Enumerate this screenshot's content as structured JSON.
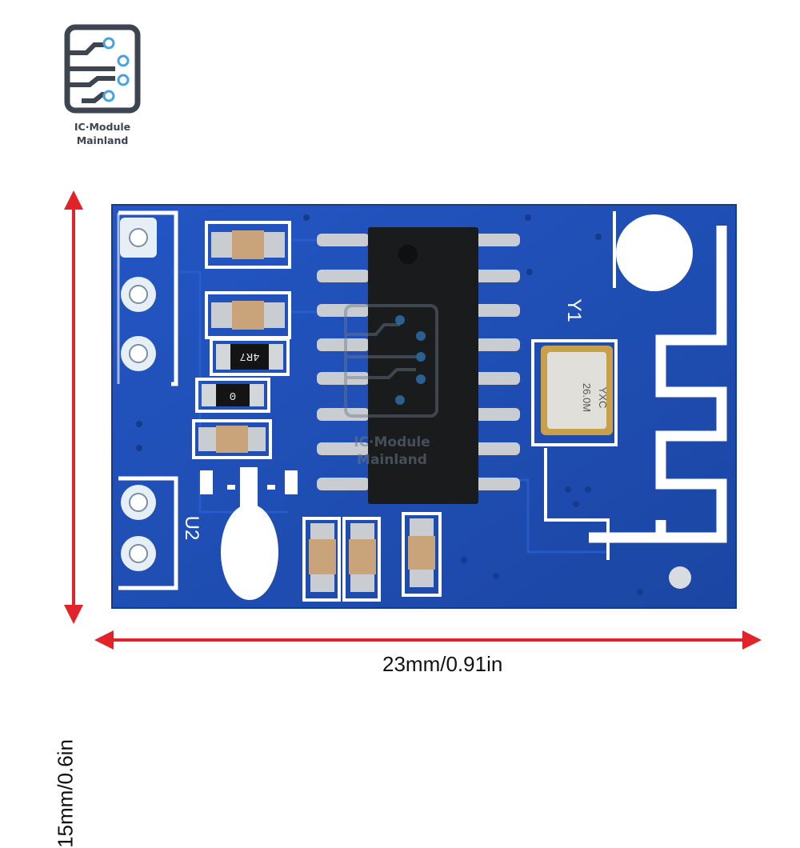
{
  "logo": {
    "line1": "IC·Module",
    "line2": "Mainland"
  },
  "watermark": {
    "line1": "IC·Module",
    "line2": "Mainland"
  },
  "board": {
    "crystal_ref": "Y1",
    "regulator_ref": "U2",
    "crystal_marking_line1": "YXC",
    "crystal_marking_line2": "26.0M",
    "resistor_marking": "4R7",
    "zero_ohm_marking": "0"
  },
  "dimensions": {
    "width_label": "23mm/0.91in",
    "height_label": "15mm/0.6in"
  },
  "colors": {
    "pcb_blue": "#1f4fb3",
    "silkscreen": "#ffffff",
    "arrow_red": "#e2232a",
    "logo_gray": "#3d4550",
    "logo_dot": "#4aa3e0"
  }
}
